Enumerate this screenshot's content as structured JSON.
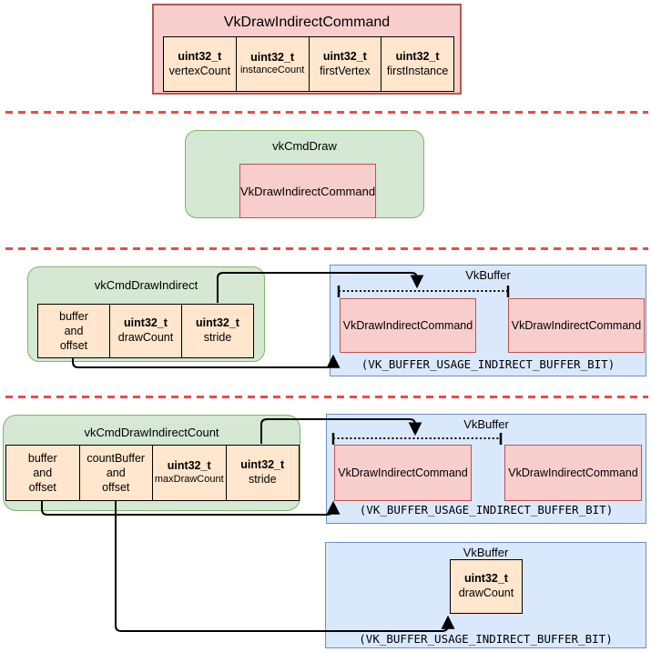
{
  "colors": {
    "pink_fill": "#f8cecc",
    "pink_stroke": "#b85450",
    "green_fill": "#d5e8d4",
    "green_stroke": "#82b366",
    "tan_fill": "#ffe6cc",
    "tan_stroke": "#000000",
    "blue_fill": "#dae8fc",
    "blue_stroke": "#6c8ebf",
    "divider": "#f84545",
    "connector": "#000000"
  },
  "struct": {
    "title": "VkDrawIndirectCommand",
    "fields": [
      {
        "type": "uint32_t",
        "name": "vertexCount"
      },
      {
        "type": "uint32_t",
        "name": "instanceCount"
      },
      {
        "type": "uint32_t",
        "name": "firstVertex"
      },
      {
        "type": "uint32_t",
        "name": "firstInstance"
      }
    ]
  },
  "cmd_draw": {
    "title": "vkCmdDraw",
    "inner": "VkDrawIndirectCommand"
  },
  "cmd_draw_indirect": {
    "title": "vkCmdDrawIndirect",
    "params": [
      {
        "text": "buffer\nand\noffset"
      },
      {
        "type": "uint32_t",
        "name": "drawCount"
      },
      {
        "type": "uint32_t",
        "name": "stride"
      }
    ]
  },
  "indirect_buffer": {
    "title": "VkBuffer",
    "commands": [
      "VkDrawIndirectCommand",
      "VkDrawIndirectCommand"
    ],
    "caption": "(VK_BUFFER_USAGE_INDIRECT_BUFFER_BIT)"
  },
  "cmd_draw_indirect_count": {
    "title": "vkCmdDrawIndirectCount",
    "params": [
      {
        "text": "buffer\nand\noffset"
      },
      {
        "text": "countBuffer\nand\noffset"
      },
      {
        "type": "uint32_t",
        "name": "maxDrawCount"
      },
      {
        "type": "uint32_t",
        "name": "stride"
      }
    ]
  },
  "count_indirect_buffer": {
    "title": "VkBuffer",
    "commands": [
      "VkDrawIndirectCommand",
      "VkDrawIndirectCommand"
    ],
    "caption": "(VK_BUFFER_USAGE_INDIRECT_BUFFER_BIT)"
  },
  "count_buffer": {
    "title": "VkBuffer",
    "field": {
      "type": "uint32_t",
      "name": "drawCount"
    },
    "caption": "(VK_BUFFER_USAGE_INDIRECT_BUFFER_BIT)"
  }
}
